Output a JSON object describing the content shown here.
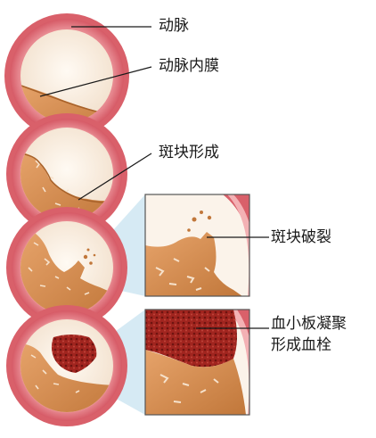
{
  "labels": {
    "artery": "动脉",
    "intima": "动脉内膜",
    "plaque_formation": "斑块形成",
    "plaque_rupture": "斑块破裂",
    "thrombus_line1": "血小板凝聚",
    "thrombus_line2": "形成血栓"
  },
  "colors": {
    "wall_outer": "#d9606a",
    "wall_inner": "#f3b1b4",
    "lumen": "#fbf3ea",
    "plaque": "#d98a4a",
    "plaque_dark": "#b86a2e",
    "clot": "#9a1f1a",
    "zoom_frame": "#555555",
    "callout": "#bcdcec"
  }
}
